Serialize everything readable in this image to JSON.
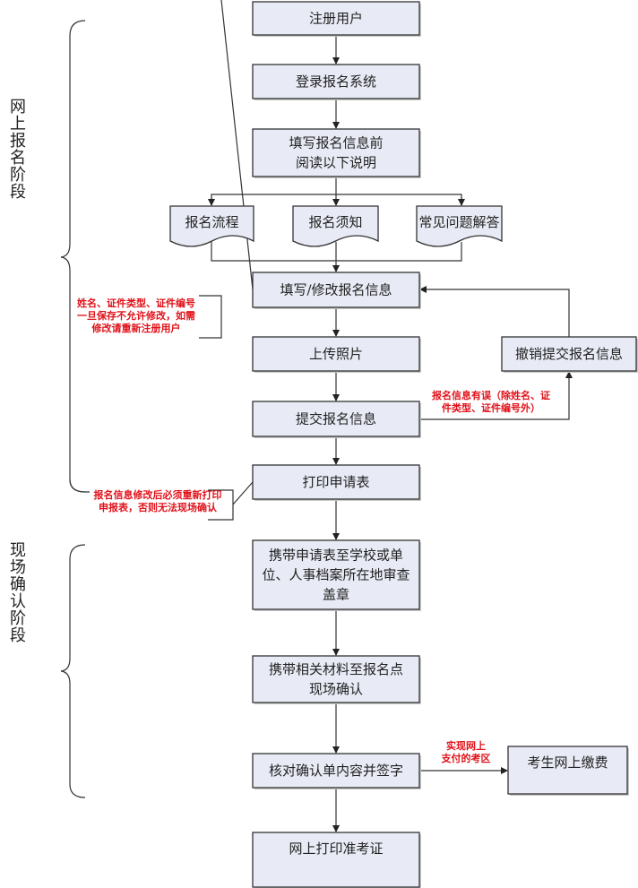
{
  "colors": {
    "box_fill": "#e8ebf5",
    "box_stroke": "#333333",
    "line": "#333333",
    "note": "#e0121a",
    "text": "#222222"
  },
  "stages": [
    {
      "id": "online",
      "label": [
        "网",
        "上",
        "报",
        "名",
        "阶",
        "段"
      ]
    },
    {
      "id": "onsite",
      "label": [
        "现",
        "场",
        "确",
        "认",
        "阶",
        "段"
      ]
    }
  ],
  "nodes": {
    "register": {
      "lines": [
        "注册用户"
      ]
    },
    "login": {
      "lines": [
        "登录报名系统"
      ]
    },
    "read_notes": {
      "lines": [
        "填写报名信息前",
        "阅读以下说明"
      ]
    },
    "doc_process": {
      "lines": [
        "报名流程"
      ]
    },
    "doc_notice": {
      "lines": [
        "报名须知"
      ]
    },
    "doc_faq": {
      "lines": [
        "常见问题解答"
      ]
    },
    "fill_info": {
      "lines": [
        "填写/修改报名信息"
      ]
    },
    "upload_photo": {
      "lines": [
        "上传照片"
      ]
    },
    "submit_info": {
      "lines": [
        "提交报名信息"
      ]
    },
    "revoke_submit": {
      "lines": [
        "撤销提交报名信息"
      ]
    },
    "print_form": {
      "lines": [
        "打印申请表"
      ]
    },
    "stamp_form": {
      "lines": [
        "携带申请表至学校或单",
        "位、人事档案所在地审查",
        "盖章"
      ]
    },
    "onsite_confirm": {
      "lines": [
        "携带相关材料至报名点",
        "现场确认"
      ]
    },
    "sign_confirm": {
      "lines": [
        "核对确认单内容并签字"
      ]
    },
    "online_pay": {
      "lines": [
        "考生网上缴费"
      ]
    },
    "print_ticket": {
      "lines": [
        "网上打印准考证"
      ]
    }
  },
  "notes": {
    "name_locked": {
      "lines": [
        "姓名、证件类型、证件编号",
        "一旦保存不允许修改，如需",
        "修改请重新注册用户"
      ]
    },
    "info_error": {
      "lines": [
        "报名信息有误（除姓名、证",
        "件类型、证件编号外）"
      ]
    },
    "reprint": {
      "lines": [
        "报名信息修改后必须重新打印",
        "申报表，否则无法现场确认"
      ]
    },
    "online_pay_area": {
      "lines": [
        "实现网上",
        "支付的考区"
      ]
    }
  }
}
